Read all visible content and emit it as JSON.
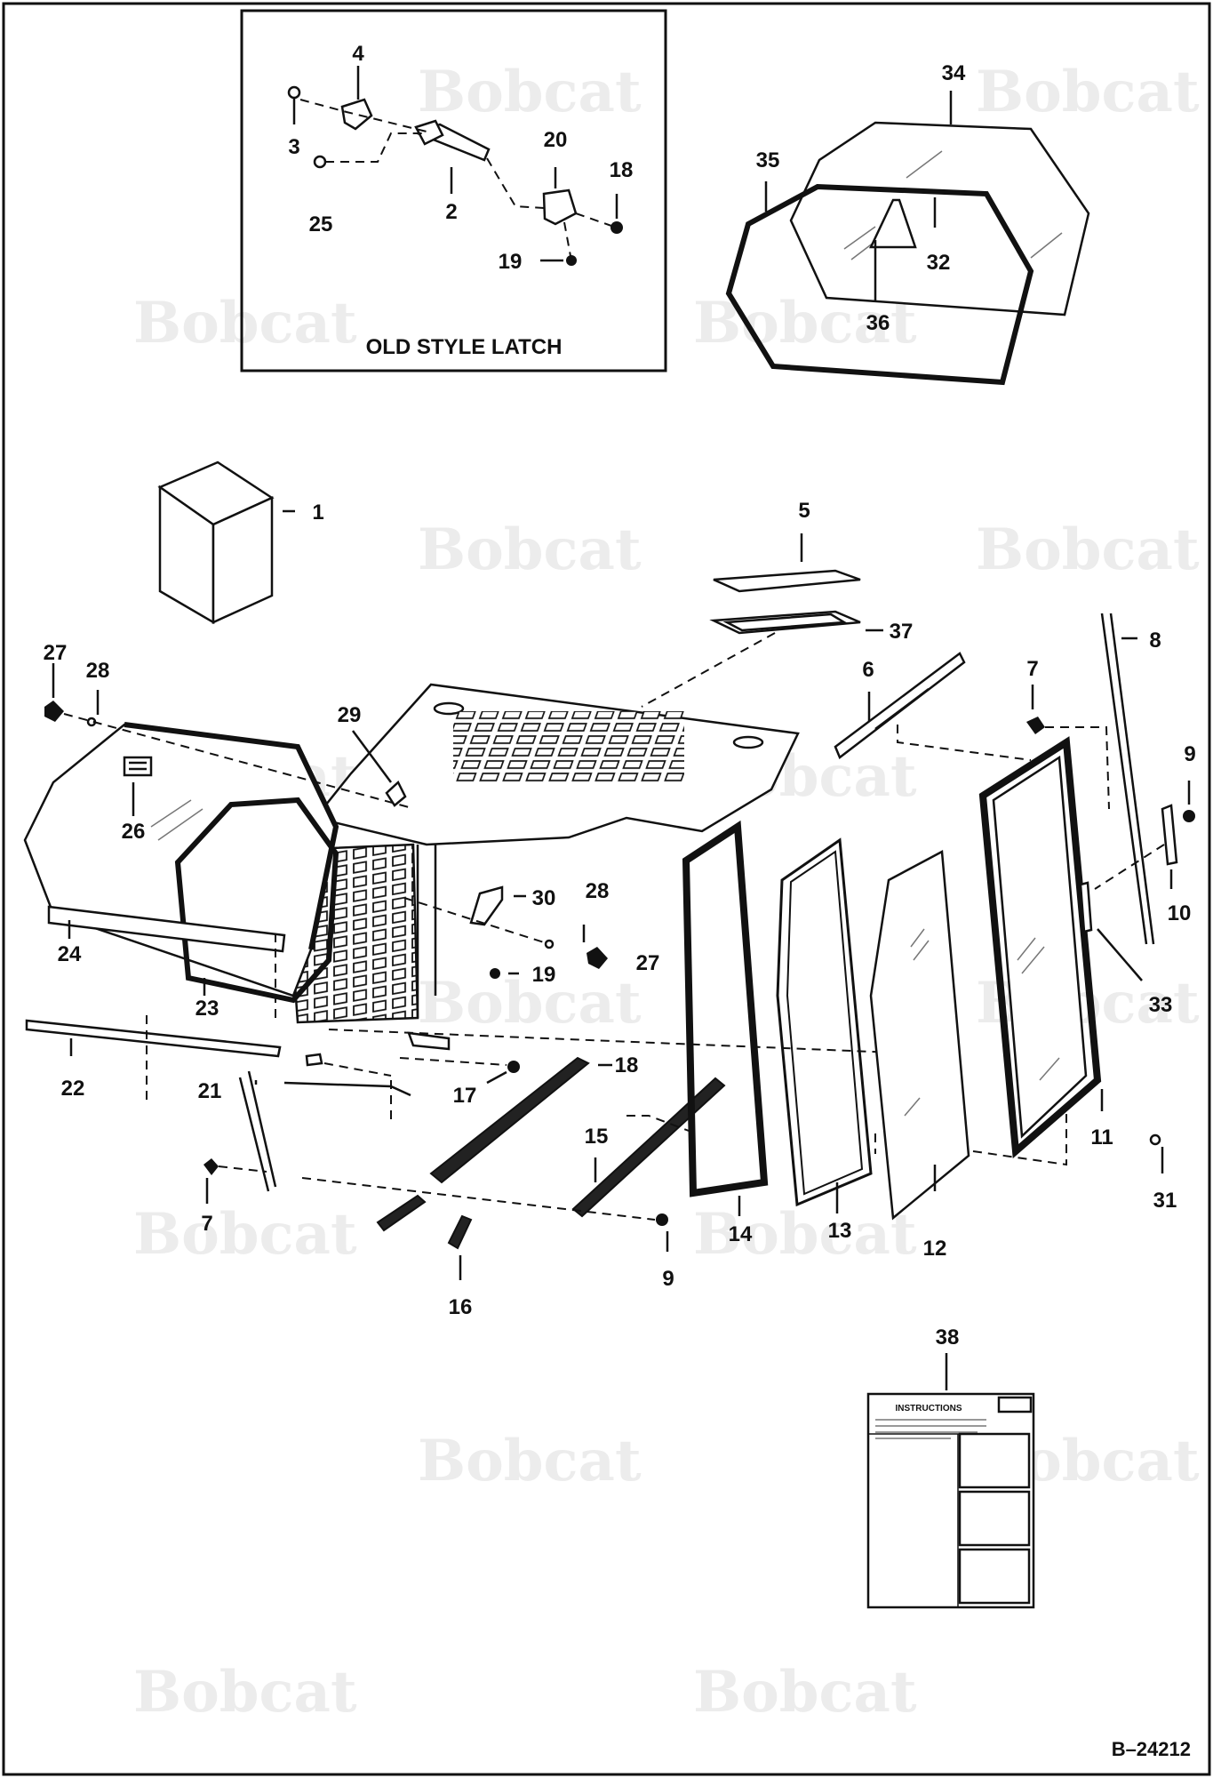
{
  "inset": {
    "title": "OLD STYLE LATCH",
    "labels": [
      {
        "id": "p4",
        "text": "4"
      },
      {
        "id": "p3",
        "text": "3"
      },
      {
        "id": "p2",
        "text": "2"
      },
      {
        "id": "p25",
        "text": "25"
      },
      {
        "id": "p20",
        "text": "20"
      },
      {
        "id": "p18i",
        "text": "18"
      },
      {
        "id": "p19i",
        "text": "19"
      }
    ]
  },
  "labels": [
    {
      "id": "p34",
      "text": "34"
    },
    {
      "id": "p35",
      "text": "35"
    },
    {
      "id": "p32",
      "text": "32"
    },
    {
      "id": "p36",
      "text": "36"
    },
    {
      "id": "p1",
      "text": "1"
    },
    {
      "id": "p5",
      "text": "5"
    },
    {
      "id": "p37",
      "text": "37"
    },
    {
      "id": "p8",
      "text": "8"
    },
    {
      "id": "p6",
      "text": "6"
    },
    {
      "id": "p7a",
      "text": "7"
    },
    {
      "id": "p9a",
      "text": "9"
    },
    {
      "id": "p10",
      "text": "10"
    },
    {
      "id": "p27a",
      "text": "27"
    },
    {
      "id": "p28a",
      "text": "28"
    },
    {
      "id": "p29",
      "text": "29"
    },
    {
      "id": "p26",
      "text": "26"
    },
    {
      "id": "p24",
      "text": "24"
    },
    {
      "id": "p30",
      "text": "30"
    },
    {
      "id": "p28b",
      "text": "28"
    },
    {
      "id": "p27b",
      "text": "27"
    },
    {
      "id": "p19",
      "text": "19"
    },
    {
      "id": "p23",
      "text": "23"
    },
    {
      "id": "p33",
      "text": "33"
    },
    {
      "id": "p22",
      "text": "22"
    },
    {
      "id": "p21",
      "text": "21"
    },
    {
      "id": "p17",
      "text": "17"
    },
    {
      "id": "p18",
      "text": "18"
    },
    {
      "id": "p15",
      "text": "15"
    },
    {
      "id": "p11",
      "text": "11"
    },
    {
      "id": "p31",
      "text": "31"
    },
    {
      "id": "p7b",
      "text": "7"
    },
    {
      "id": "p14",
      "text": "14"
    },
    {
      "id": "p13",
      "text": "13"
    },
    {
      "id": "p12",
      "text": "12"
    },
    {
      "id": "p9b",
      "text": "9"
    },
    {
      "id": "p16",
      "text": "16"
    },
    {
      "id": "p38",
      "text": "38"
    }
  ],
  "instruction_sheet": {
    "heading": "INSTRUCTIONS"
  },
  "watermark": "Bobcat",
  "document_id": "B–24212"
}
